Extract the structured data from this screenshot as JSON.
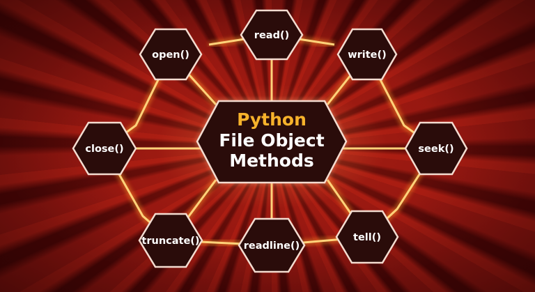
{
  "diagram": {
    "title": {
      "line1": "Python",
      "line2": "File Object",
      "line3": "Methods"
    },
    "colors": {
      "background": "#8e1510",
      "accent_title": "#f7b22b",
      "connector": "#ffd27a",
      "node_fill": "#2a0c0a",
      "node_border": "#f4dcd0",
      "text": "#ffffff"
    },
    "nodes": [
      {
        "id": "read",
        "label": "read()"
      },
      {
        "id": "open",
        "label": "open()"
      },
      {
        "id": "write",
        "label": "write()"
      },
      {
        "id": "close",
        "label": "close()"
      },
      {
        "id": "seek",
        "label": "seek()"
      },
      {
        "id": "truncate",
        "label": "truncate()"
      },
      {
        "id": "readline",
        "label": "readline()"
      },
      {
        "id": "tell",
        "label": "tell()"
      }
    ]
  }
}
